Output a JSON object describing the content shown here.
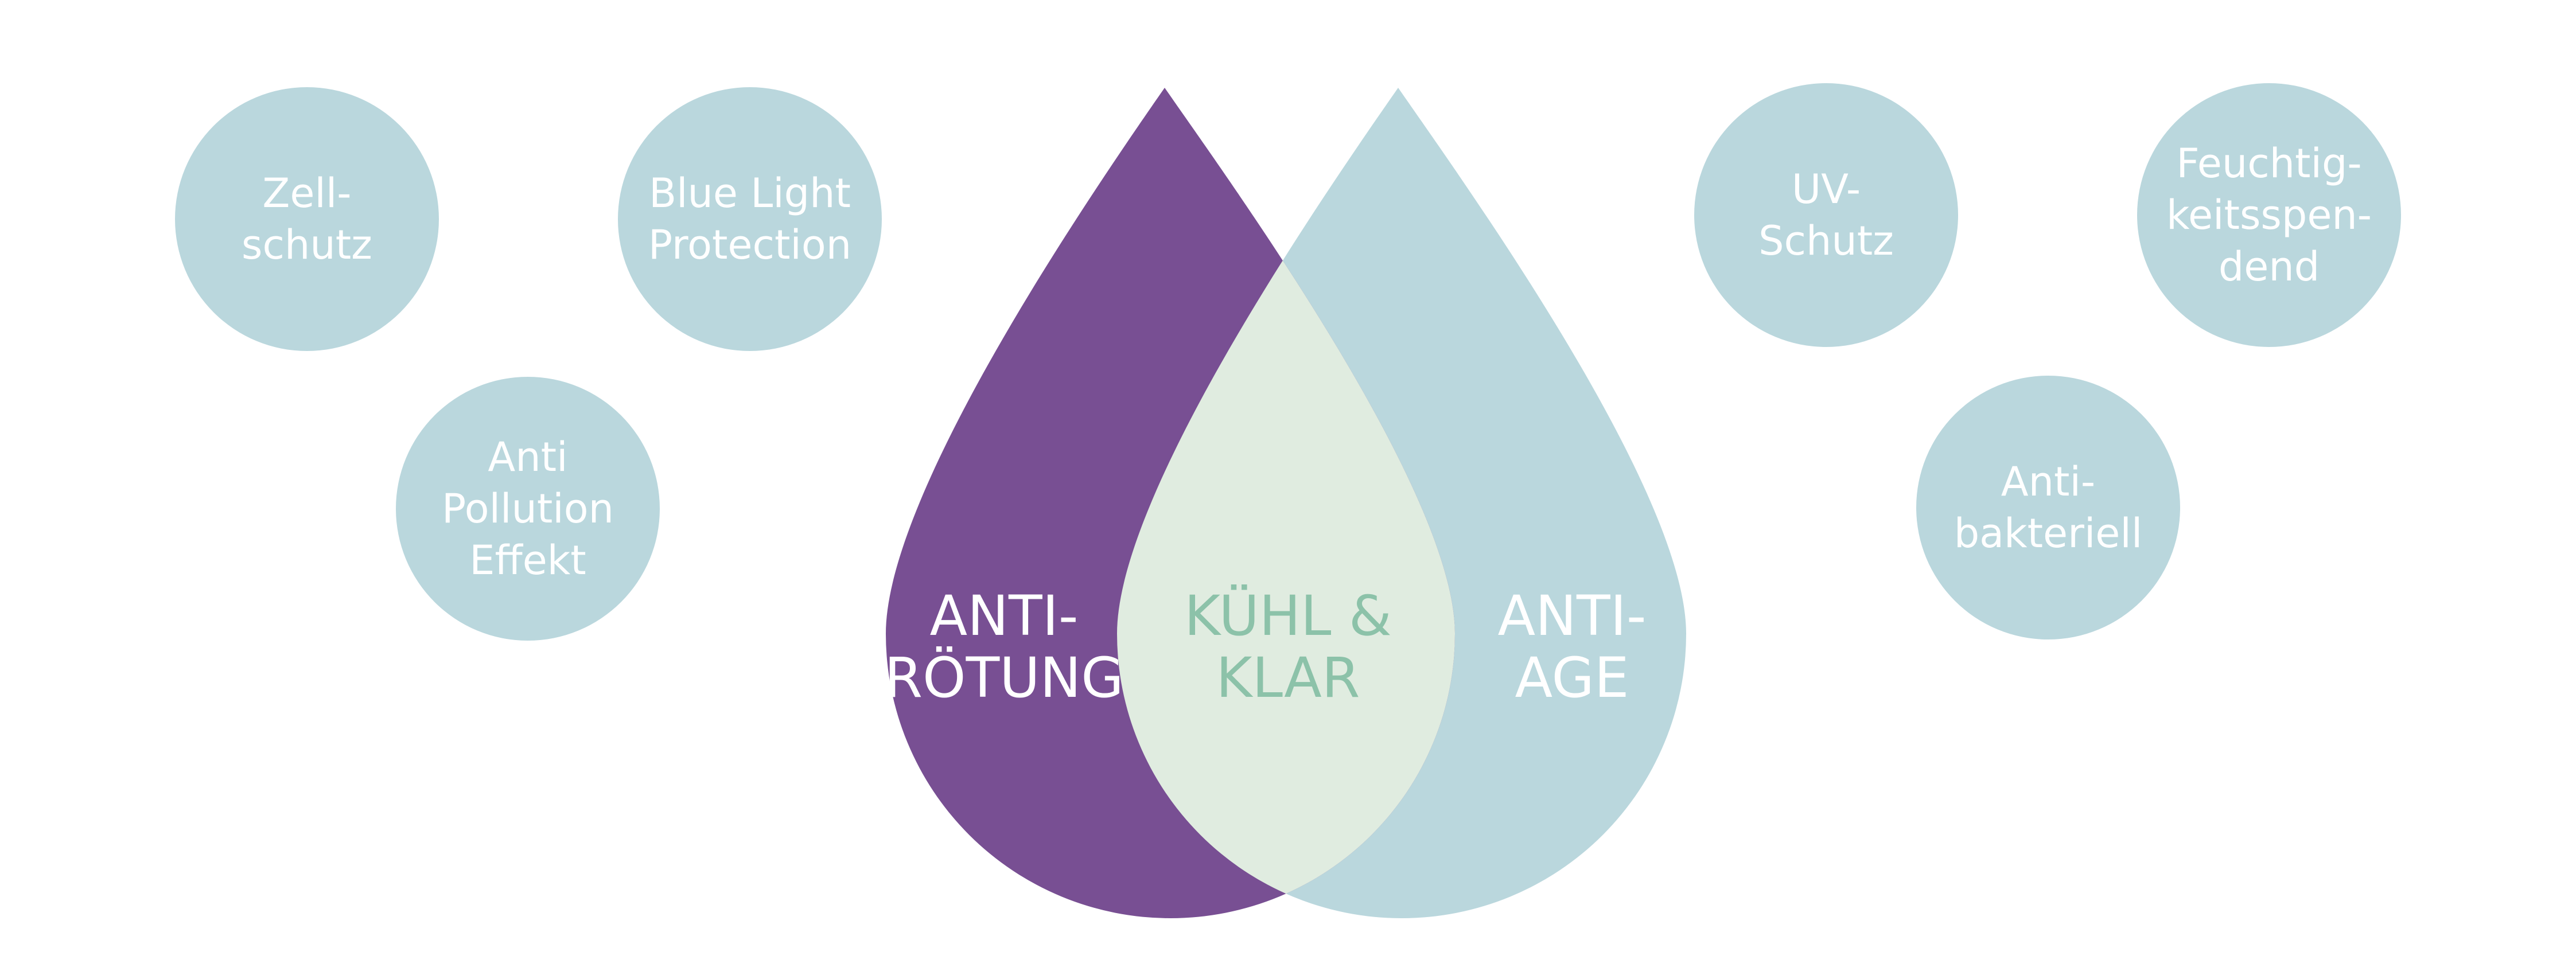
{
  "colors": {
    "purple": "#784F93",
    "light_blue": "#BAD7DD",
    "mint": "#E0ECE0",
    "mint_text": "#8CC2A9",
    "white": "#FFFFFF"
  },
  "bubbles": [
    {
      "label": "Zell-\nschutz"
    },
    {
      "label": "Blue Light\nProtection"
    },
    {
      "label": "Anti\nPollution\nEffekt"
    },
    {
      "label": "UV-\nSchutz"
    },
    {
      "label": "Feuchtig-\nkeitsspen-\ndend"
    },
    {
      "label": "Anti-\nbakteriell"
    }
  ],
  "drops": {
    "left": {
      "label": "ANTI-\nRÖTUNG"
    },
    "center": {
      "label": "KÜHL &\nKLAR"
    },
    "right": {
      "label": "ANTI-\nAGE"
    }
  }
}
